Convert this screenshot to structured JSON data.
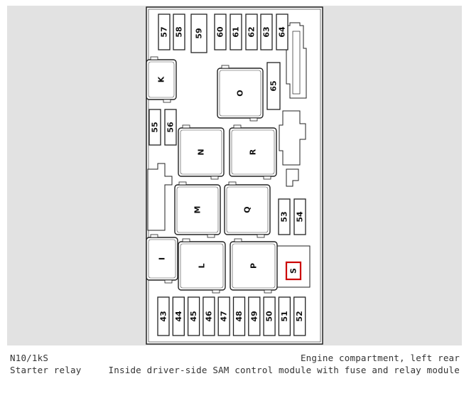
{
  "caption": {
    "component_code": "N10/1kS",
    "component_name": "Starter relay",
    "location": "Engine compartment, left rear",
    "description": "Inside driver-side SAM control module with fuse and relay module"
  },
  "colors": {
    "background": "#e2e2e2",
    "box_fill": "#ffffff",
    "stroke": "#222222",
    "highlight": "#cc0000"
  },
  "highlighted": "S",
  "fuses_top": [
    "57",
    "58",
    "59",
    "60",
    "61",
    "62",
    "63",
    "64"
  ],
  "fuse_65": "65",
  "fuses_left": [
    "55",
    "56"
  ],
  "fuses_middle": [
    "53",
    "54"
  ],
  "fuses_bottom": [
    "43",
    "44",
    "45",
    "46",
    "47",
    "48",
    "49",
    "50",
    "51",
    "52"
  ],
  "relays": {
    "K": "K",
    "O": "O",
    "N": "N",
    "R": "R",
    "M": "M",
    "Q": "Q",
    "I": "I",
    "L": "L",
    "P": "P",
    "S": "S"
  }
}
